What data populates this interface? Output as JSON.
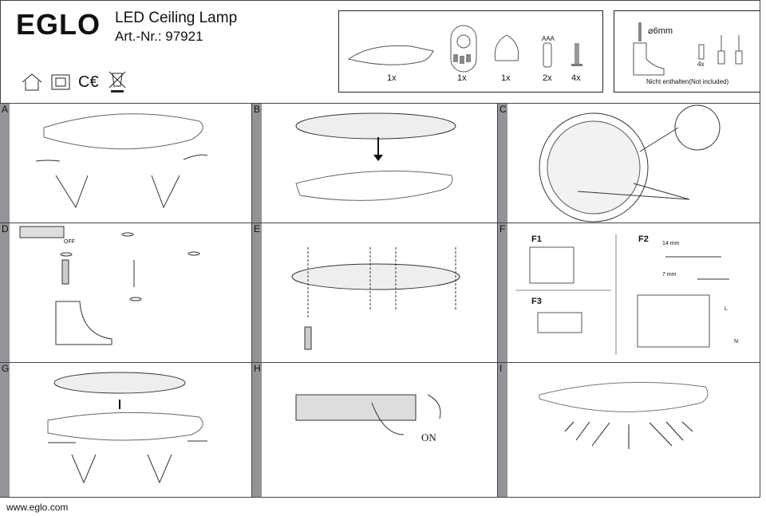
{
  "header": {
    "brand": "EGLO",
    "product_title": "LED Ceiling Lamp",
    "article_number": "Art.-Nr.: 97921",
    "symbols": [
      "indoor-house-icon",
      "class-ii-icon",
      "ce-mark-icon",
      "weee-bin-icon"
    ]
  },
  "contents": {
    "items": [
      {
        "name": "lamp",
        "qty": "1x"
      },
      {
        "name": "remote-control",
        "qty": "1x"
      },
      {
        "name": "mounting-plate",
        "qty": "1x"
      },
      {
        "name": "battery",
        "label": "AAA",
        "qty": "2x"
      },
      {
        "name": "screw",
        "qty": "4x"
      }
    ]
  },
  "not_included": {
    "drill_label": "⌀6mm",
    "dowel_qty": "4x",
    "caption": "Nicht enthalten(Not included)"
  },
  "panels": {
    "A": "A",
    "B": "B",
    "C": "C",
    "D": "D",
    "E": "E",
    "F": "F",
    "G": "G",
    "H": "H",
    "I": "I"
  },
  "panel_d": {
    "off_label": "OFF"
  },
  "panel_f": {
    "f1": "F1",
    "f2": "F2",
    "f3": "F3",
    "strip_14": "14 mm",
    "strip_7": "7 mm",
    "live": "L",
    "neutral": "N"
  },
  "panel_h": {
    "on_label": "ON"
  },
  "footer": {
    "url": "www.eglo.com"
  }
}
